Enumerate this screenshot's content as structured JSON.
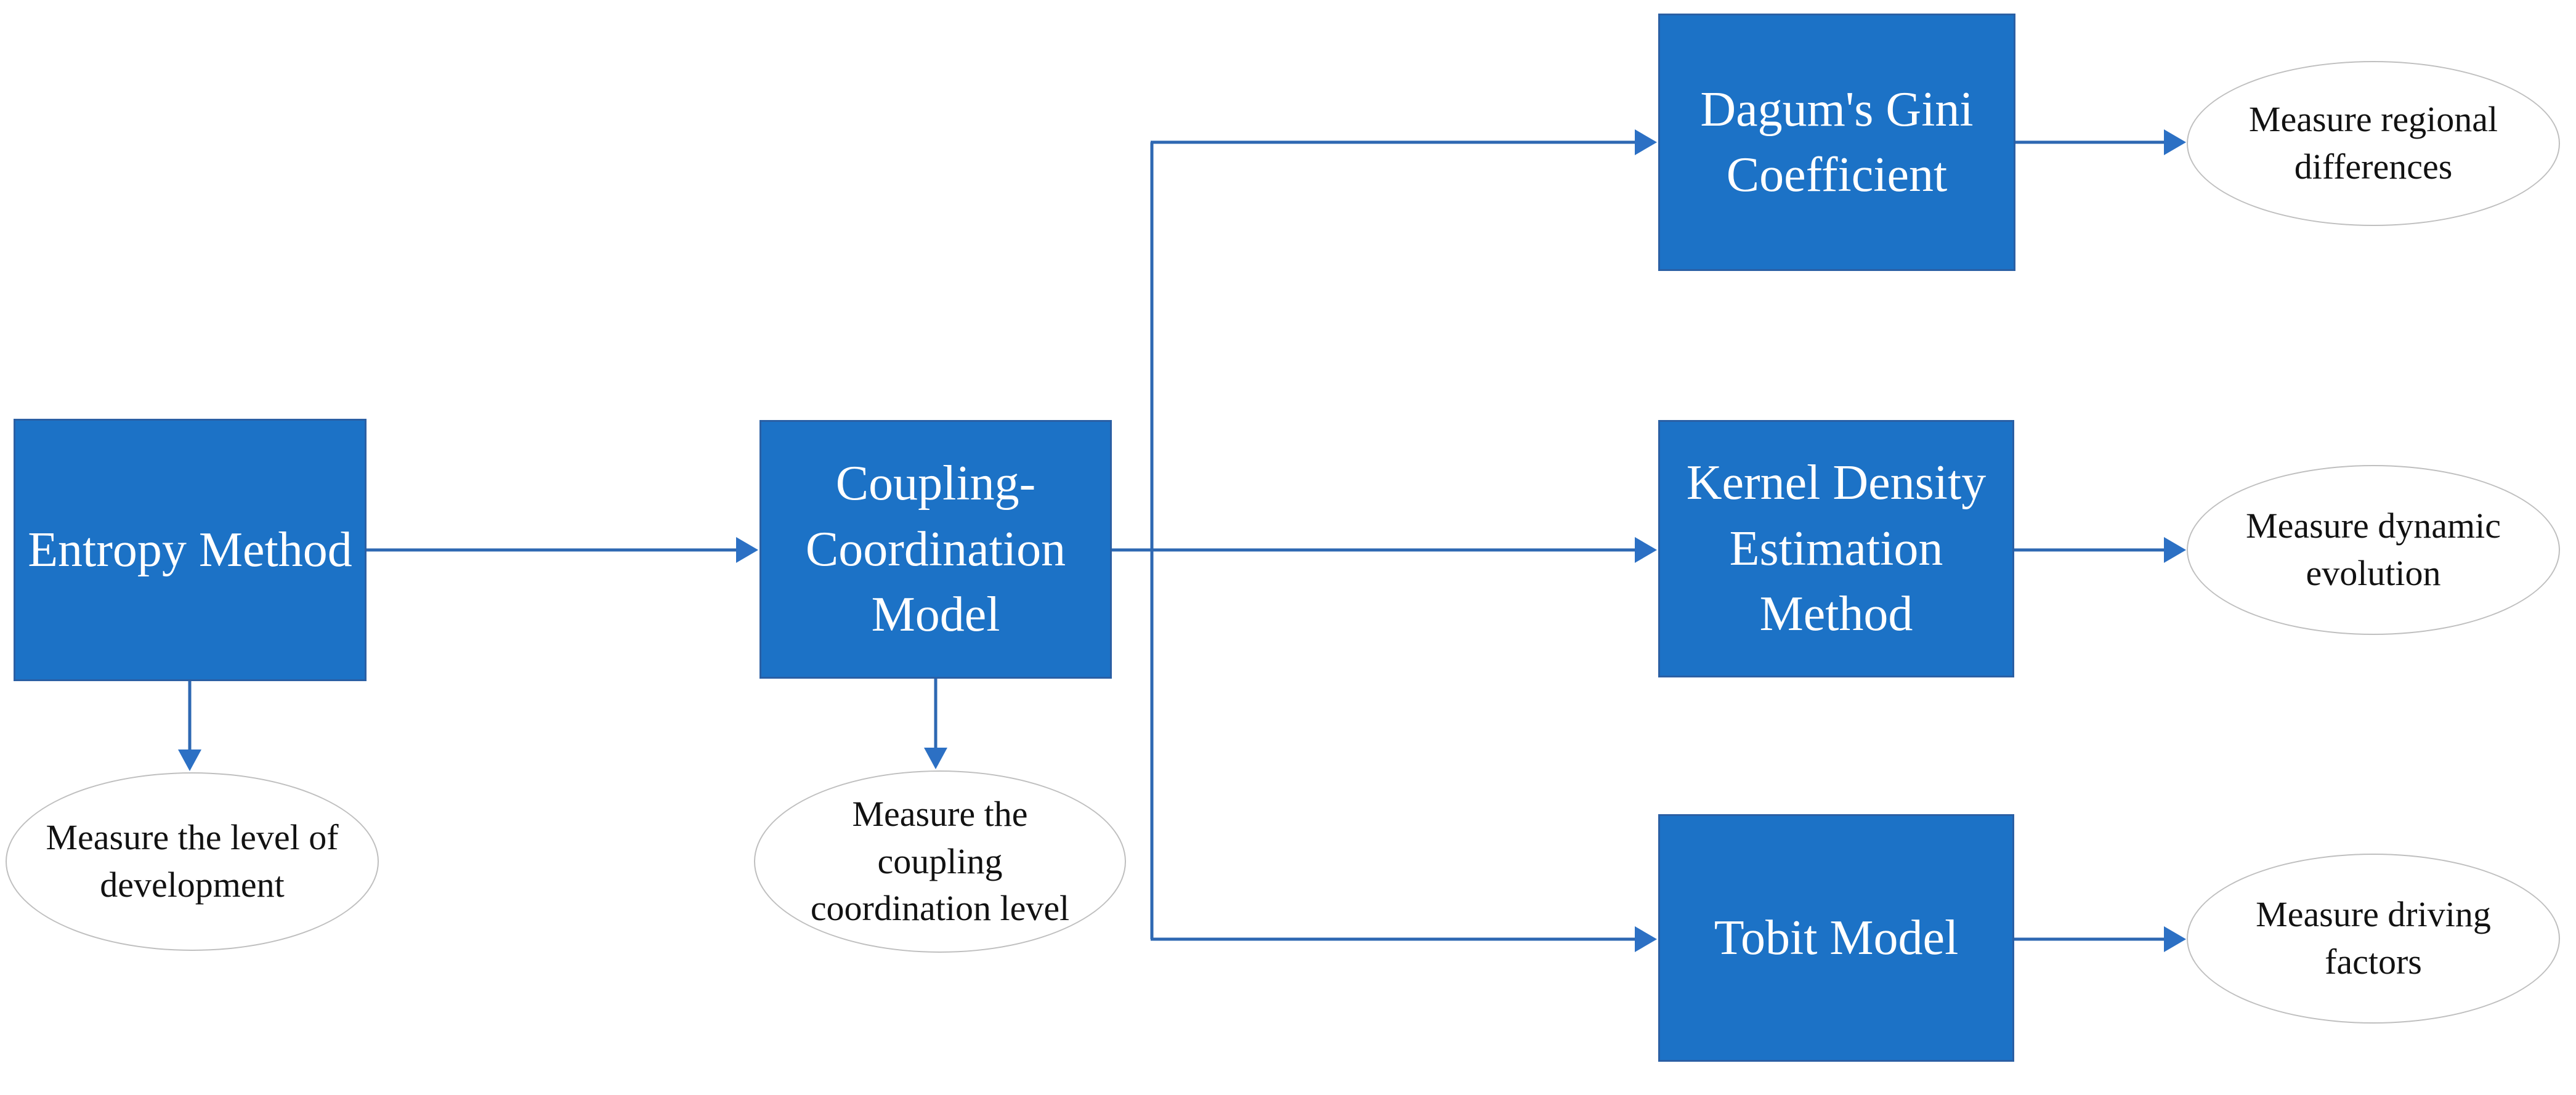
{
  "figure": {
    "type": "methodology-flowchart",
    "colors": {
      "box_fill": "#1C72C6",
      "box_border": "#2A5FA4",
      "box_text": "#FFFFFF",
      "connector": "#2E68B2",
      "arrowhead": "#2C70C4",
      "ellipse_fill": "#FFFFFF",
      "ellipse_border": "#BFBFBF",
      "ellipse_text": "#121212",
      "background": "#FFFFFF"
    }
  },
  "nodes": {
    "entropy": {
      "label": "Entropy Method"
    },
    "coupling": {
      "label": "Coupling-\nCoordination\nModel"
    },
    "dagum": {
      "label": "Dagum's Gini\nCoefficient"
    },
    "kernel": {
      "label": "Kernel Density\nEstimation\nMethod"
    },
    "tobit": {
      "label": "Tobit Model"
    }
  },
  "outcomes": {
    "development": {
      "label": "Measure the level of\ndevelopment"
    },
    "coordination": {
      "label": "Measure the\ncoupling\ncoordination level"
    },
    "regional": {
      "label": "Measure regional\ndifferences"
    },
    "dynamic": {
      "label": "Measure dynamic\nevolution"
    },
    "driving": {
      "label": "Measure driving\nfactors"
    }
  }
}
